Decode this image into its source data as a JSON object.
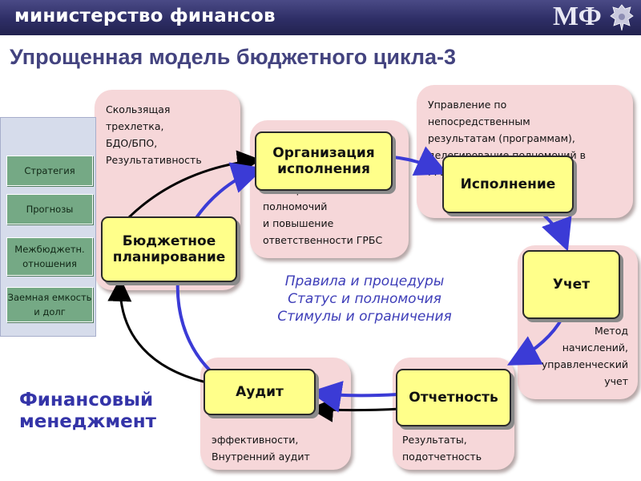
{
  "header": {
    "ministry": "министерство финансов",
    "logo": "МФ"
  },
  "title": "Упрощенная модель бюджетного цикла-3",
  "left_panel": {
    "items": [
      "Стратегия",
      "Прогнозы",
      "Межбюджетн. отношения",
      "Заемная емкость и долг"
    ]
  },
  "nodes": {
    "planning": "Бюджетное планирование",
    "organization": "Организация исполнения",
    "execution": "Исполнение",
    "accounting": "Учет",
    "reporting": "Отчетность",
    "audit": "Аудит"
  },
  "panels": {
    "planning": "Скользящая\nтрехлетка,\nБДО/БПО,\nРезультативность",
    "organization": "Расширение\nполномочий\nи повышение\nответственности ГРБС",
    "execution": "Управление по\nнепосредственным\nрезультатам (программам),\nделегирование полномочий в\nГРБС",
    "accounting": "Метод\nначислений,\nуправленческий\nучет",
    "reporting": "Результаты,\nподотчетность",
    "audit": "эффективности,\nВнутренний аудит"
  },
  "center_text": "Правила и процедуры\nСтатус и полномочия\nСтимулы и ограничения",
  "footer_label": "Финансовый\nменеджмент",
  "colors": {
    "header_bg": "#2e2e66",
    "title": "#43437f",
    "panel_bg": "#f6d7d9",
    "node_bg": "#ffff8a",
    "side_item_bg": "#75a985",
    "arrow_blue": "#3b3bd6",
    "arrow_black": "#000000",
    "center_text": "#3d3db8"
  }
}
